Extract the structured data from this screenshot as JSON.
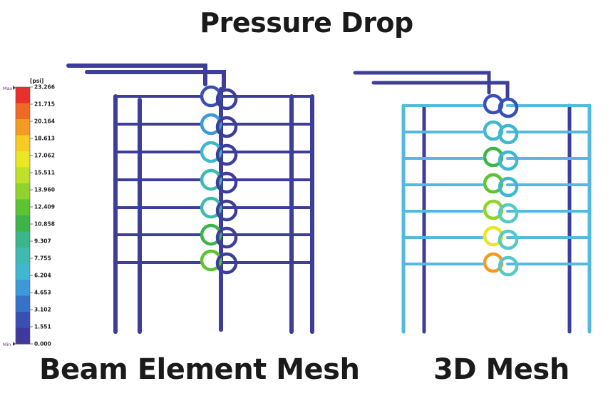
{
  "title": "Pressure Drop",
  "captions": {
    "left": "Beam Element Mesh",
    "right": "3D Mesh"
  },
  "legend": {
    "unit": "[psi]",
    "max_marker": "Max",
    "min_marker": "Min",
    "ticks": [
      "23.266",
      "21.715",
      "20.164",
      "18.613",
      "17.062",
      "15.511",
      "13.960",
      "12.409",
      "10.858",
      "9.307",
      "7.755",
      "6.204",
      "4.653",
      "3.102",
      "1.551",
      "0.000"
    ],
    "colors": [
      "#e8302c",
      "#ee6a24",
      "#f39b22",
      "#f7cb24",
      "#e9e622",
      "#bfe028",
      "#8fd32c",
      "#5cc331",
      "#3cb44a",
      "#3bb58a",
      "#3ebab0",
      "#3fb7d0",
      "#3b99d8",
      "#3473c8",
      "#3a4fb3",
      "#40399d"
    ]
  },
  "colors": {
    "pipe_base": "#3d3d9a",
    "pipe_light": "#56b8de"
  }
}
